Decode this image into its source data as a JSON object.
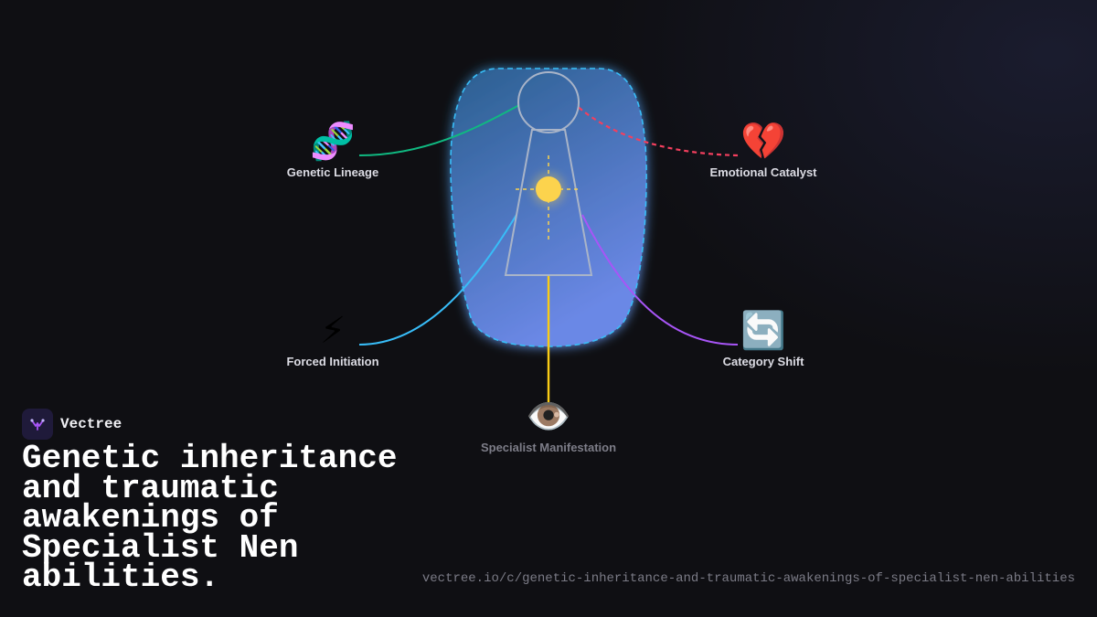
{
  "diagram": {
    "colors": {
      "background": "#0f0f13",
      "body_fill_top": "#2a5f8f",
      "body_fill_bottom": "#6b88e6",
      "body_outline": "#38bdf8",
      "core": "#fcd34d",
      "figure_outline": "#a9b4c8"
    },
    "center": {
      "icon": "human-figure-silhouette",
      "core_icon": "aura-core-dot"
    },
    "nodes": [
      {
        "id": "genetic",
        "emoji": "🧬",
        "icon": "dna-icon",
        "label": "Genetic Lineage",
        "color": "#10b981",
        "line": "solid"
      },
      {
        "id": "emotional",
        "emoji": "💔",
        "icon": "broken-heart-icon",
        "label": "Emotional Catalyst",
        "color": "#f43f5e",
        "line": "dashed"
      },
      {
        "id": "forced",
        "emoji": "⚡",
        "icon": "lightning-icon",
        "label": "Forced Initiation",
        "color": "#38bdf8",
        "line": "solid"
      },
      {
        "id": "category",
        "emoji": "🔄",
        "icon": "cycle-arrows-icon",
        "label": "Category Shift",
        "color": "#a855f7",
        "line": "solid"
      },
      {
        "id": "specialist",
        "emoji": "👁️",
        "icon": "eye-icon",
        "label": "Specialist Manifestation",
        "color": "#facc15",
        "line": "solid"
      }
    ]
  },
  "brand": {
    "name": "Vectree",
    "logo_icon": "vectree-logo-icon"
  },
  "title": "Genetic inheritance and traumatic awakenings of Specialist Nen abilities.",
  "url": "vectree.io/c/genetic-inheritance-and-traumatic-awakenings-of-specialist-nen-abilities"
}
